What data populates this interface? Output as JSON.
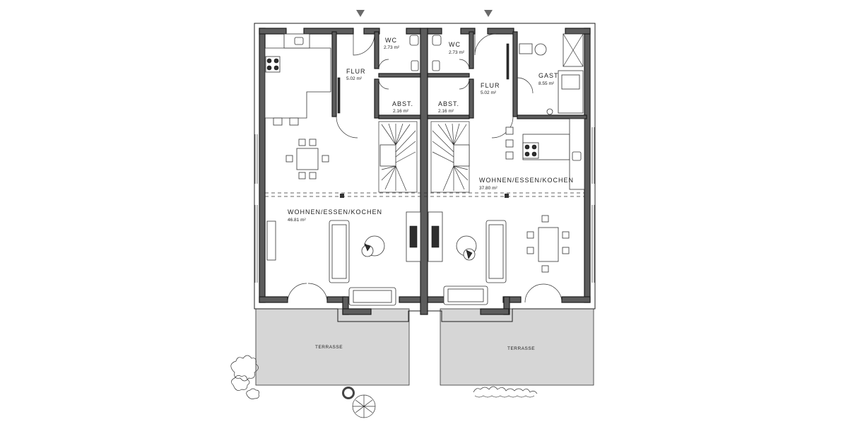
{
  "rooms": {
    "left_wc": {
      "label": "WC",
      "area": "2.73 m²"
    },
    "right_wc": {
      "label": "WC",
      "area": "2.73 m²"
    },
    "left_flur": {
      "label": "FLUR",
      "area": "5.02 m²"
    },
    "right_flur": {
      "label": "FLUR",
      "area": "5.02 m²"
    },
    "left_abst": {
      "label": "ABST.",
      "area": "2.16 m²"
    },
    "right_abst": {
      "label": "ABST.",
      "area": "2.16 m²"
    },
    "gast": {
      "label": "GAST",
      "area": "8.55 m²"
    },
    "left_living": {
      "label": "WOHNEN/ESSEN/KOCHEN",
      "area": "46.81 m²"
    },
    "right_living": {
      "label": "WOHNEN/ESSEN/KOCHEN",
      "area": "37.80 m²"
    }
  },
  "terraces": {
    "left": {
      "label": "TERRASSE"
    },
    "right": {
      "label": "TERRASSE"
    }
  },
  "icons": {
    "entrance_marker": "triangle-down-icon",
    "tree": "tree-icon",
    "shrub": "shrub-icon"
  },
  "colors": {
    "wall_fill": "#5c5c5c",
    "terrace_fill": "#d6d6d6",
    "line": "#1e1e1e"
  }
}
